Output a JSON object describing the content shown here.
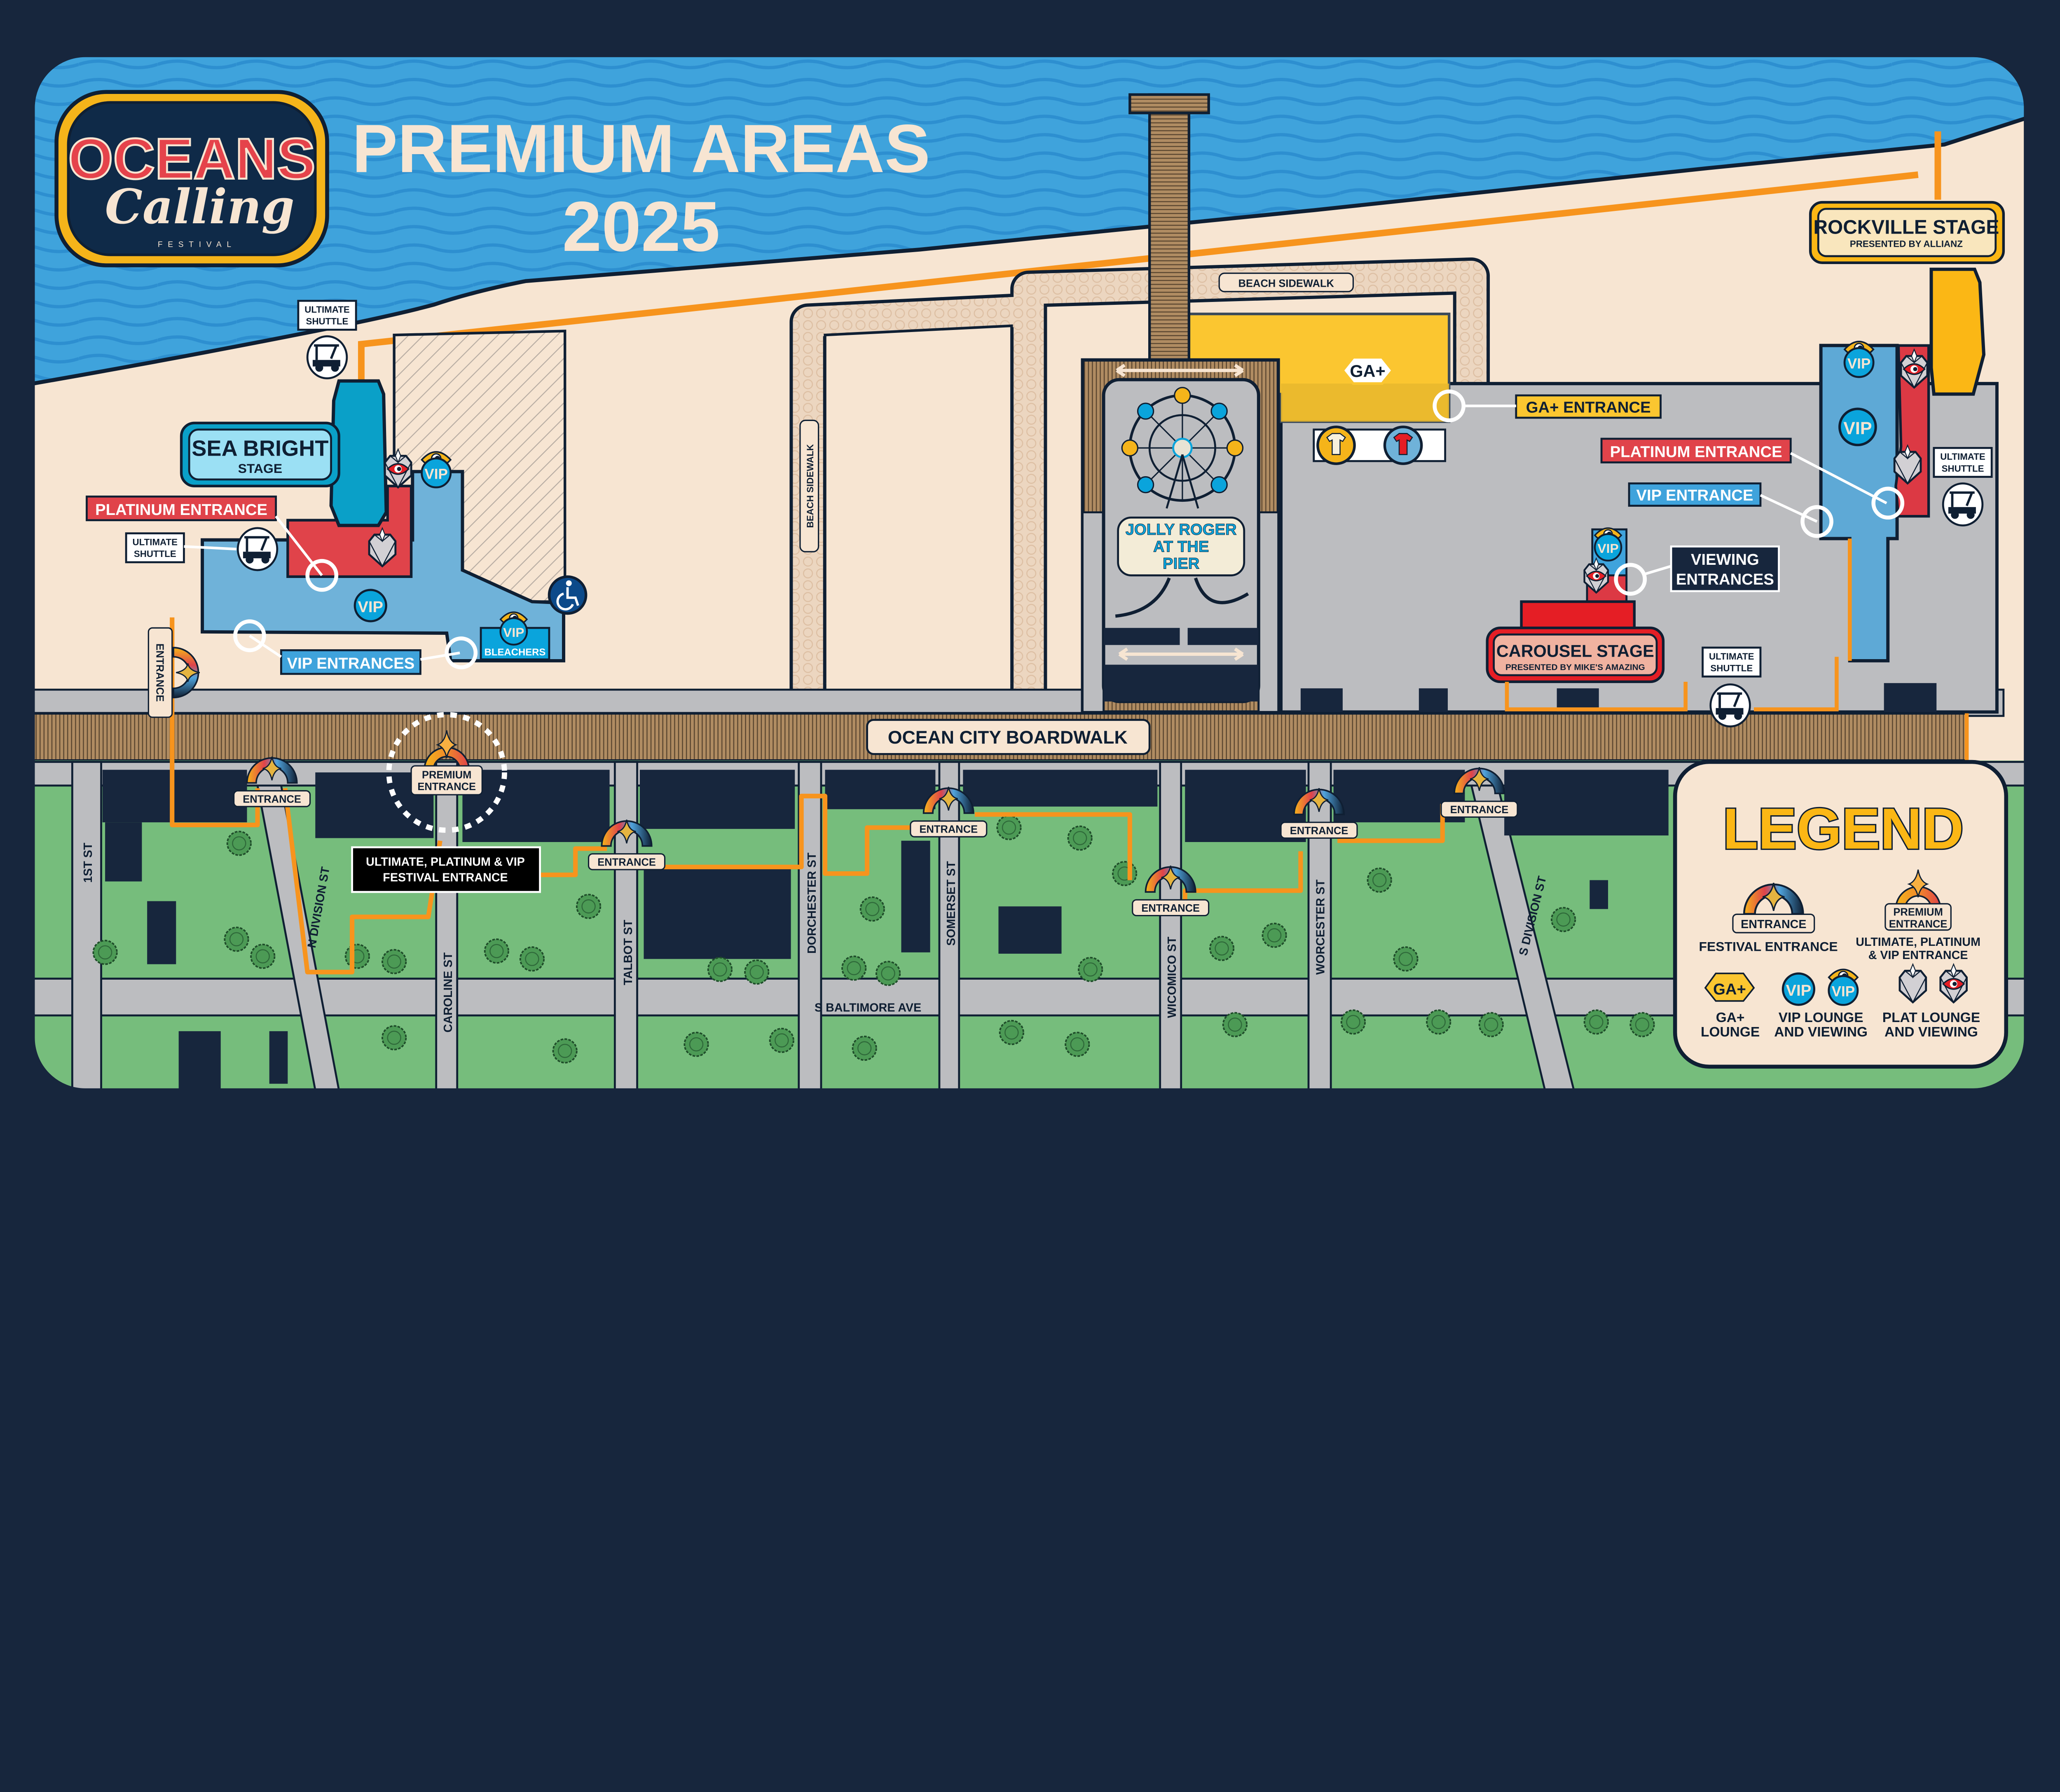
{
  "title": {
    "line1": "PREMIUM AREAS",
    "line2": "2025"
  },
  "logo": {
    "name1": "OCEANS",
    "name2": "Calling",
    "sub": "FESTIVAL"
  },
  "stages": {
    "sea_bright": {
      "name": "SEA BRIGHT",
      "sub": "STAGE"
    },
    "rockville": {
      "name": "ROCKVILLE STAGE",
      "sub": "PRESENTED BY ALLIANZ"
    },
    "carousel": {
      "name": "CAROUSEL STAGE",
      "sub": "PRESENTED BY MIKE'S AMAZING"
    }
  },
  "pier": {
    "line1": "JOLLY ROGER",
    "line2": "AT THE",
    "line3": "PIER"
  },
  "labels": {
    "ultimate": "ULTIMATE",
    "shuttle": "SHUTTLE",
    "platinum_entrance": "PLATINUM ENTRANCE",
    "vip_entrances": "VIP ENTRANCES",
    "vip_entrance": "VIP ENTRANCE",
    "ga_entrance": "GA+  ENTRANCE",
    "viewing": "VIEWING",
    "entrances": "ENTRANCES",
    "bleachers": "BLEACHERS",
    "vip": "VIP",
    "ga_plus": "GA+",
    "beach_sidewalk": "BEACH SIDEWALK",
    "boardwalk": "OCEAN CITY BOARDWALK",
    "entrance": "ENTRANCE",
    "premium": "PREMIUM",
    "premium_callout_1": "ULTIMATE, PLATINUM & VIP",
    "premium_callout_2": "FESTIVAL ENTRANCE"
  },
  "streets": {
    "first": "1ST ST",
    "n_division": "N DIVISION ST",
    "caroline": "CAROLINE ST",
    "talbot": "TALBOT ST",
    "dorchester": "DORCHESTER ST",
    "somerset": "SOMERSET ST",
    "wicomico": "WICOMICO ST",
    "worcester": "WORCESTER ST",
    "s_division": "S DIVISION ST",
    "baltimore": "S BALTIMORE AVE"
  },
  "legend": {
    "title": "LEGEND",
    "festival_entrance": "FESTIVAL ENTRANCE",
    "premium_1": "ULTIMATE, PLATINUM",
    "premium_2": "& VIP ENTRANCE",
    "ga_1": "GA+",
    "ga_2": "LOUNGE",
    "vip_1": "VIP LOUNGE",
    "vip_2": "AND VIEWING",
    "plat_1": "PLAT LOUNGE",
    "plat_2": "AND VIEWING"
  },
  "colors": {
    "background": "#17263d",
    "ocean": "#3fa3dc",
    "sand": "#f7e5d2",
    "grass": "#76bd7c",
    "road": "#bcbdc0",
    "vip": "#6fb2d9",
    "platinum": "#e0434a",
    "ga_plus": "#fbc630",
    "route": "#f7941d",
    "dark": "#0f1f33"
  }
}
